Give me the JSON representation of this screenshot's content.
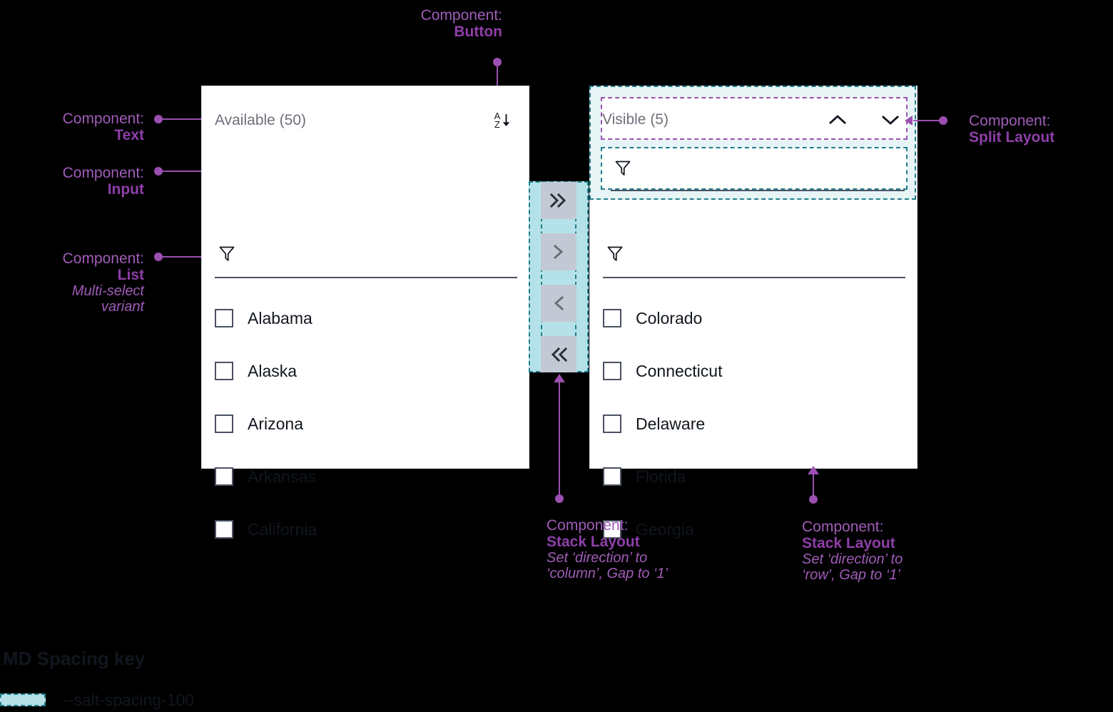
{
  "available_panel": {
    "title": "Available (50)",
    "sort_icon": "sort-az-descending-icon",
    "sort_letter_top": "A",
    "sort_letter_bottom": "Z",
    "filter_icon": "funnel-filter-icon",
    "filter_value": "",
    "filter_placeholder": "",
    "items": [
      {
        "label": "Alabama",
        "checked": false
      },
      {
        "label": "Alaska",
        "checked": false
      },
      {
        "label": "Arizona",
        "checked": false
      },
      {
        "label": "Arkansas",
        "checked": false
      },
      {
        "label": "California",
        "checked": false
      }
    ]
  },
  "visible_panel": {
    "title": "Visible (5)",
    "move_up_icon": "chevron-up-icon",
    "move_down_icon": "chevron-down-icon",
    "filter_icon": "funnel-filter-icon",
    "filter_value": "",
    "filter_placeholder": "",
    "items": [
      {
        "label": "Colorado",
        "checked": false
      },
      {
        "label": "Connecticut",
        "checked": false
      },
      {
        "label": "Delaware",
        "checked": false
      },
      {
        "label": "Florida",
        "checked": false
      },
      {
        "label": "Georgia",
        "checked": false
      }
    ]
  },
  "transfer_buttons": [
    {
      "name": "move-all-right-button",
      "icon": "double-chevron-right-icon"
    },
    {
      "name": "move-right-button",
      "icon": "chevron-right-icon"
    },
    {
      "name": "move-left-button",
      "icon": "chevron-left-icon"
    },
    {
      "name": "move-all-left-button",
      "icon": "double-chevron-left-icon"
    }
  ],
  "annotations": {
    "button": {
      "label": "Component:",
      "name": "Button",
      "note": ""
    },
    "text": {
      "label": "Component:",
      "name": "Text",
      "note": ""
    },
    "input": {
      "label": "Component:",
      "name": "Input",
      "note": ""
    },
    "list": {
      "label": "Component:",
      "name": "List",
      "note_line1": "Multi-select",
      "note_line2": "variant"
    },
    "split_layout": {
      "label": "Component:",
      "name": "Split Layout",
      "note": ""
    },
    "stack_column": {
      "label": "Component:",
      "name": "Stack Layout",
      "note_line1": "Set ‘direction’ to",
      "note_line2": "‘column’, Gap to ‘1’"
    },
    "stack_row": {
      "label": "Component:",
      "name": "Stack Layout",
      "note_line1": "Set ‘direction’ to",
      "note_line2": "‘row’, Gap to ‘1’"
    }
  },
  "spacing_key": {
    "title": "MD Spacing key",
    "entries": [
      {
        "token": "--salt-spacing-100",
        "color": "#b5e0e6"
      }
    ]
  },
  "colors": {
    "annotation_purple": "#9b4fb0",
    "annotation_purple_bold": "#8e3fa8",
    "spacing_teal": "#1f7f8c",
    "spacing_fill": "#b5e2e8",
    "spacing_fill_light": "#e8f5f6",
    "panel_bg": "#ffffff",
    "page_bg": "#000000",
    "button_bg": "#c3c9d4",
    "text_primary": "#11161e",
    "text_secondary": "#6c7079"
  }
}
